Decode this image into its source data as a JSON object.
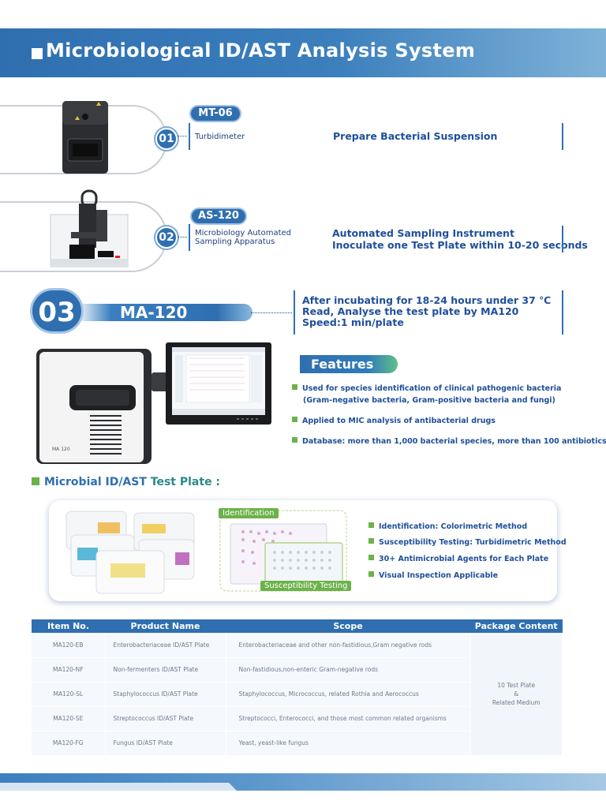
{
  "header": {
    "title": "Microbiological ID/AST Analysis System"
  },
  "steps": [
    {
      "num": "01",
      "model": "MT-06",
      "device_name": "Turbidimeter",
      "description": [
        "Prepare Bacterial Suspension"
      ]
    },
    {
      "num": "02",
      "model": "AS-120",
      "device_name": [
        "Microbiology Automated",
        "Sampling Apparatus"
      ],
      "description": [
        "Automated Sampling Instrument",
        "Inoculate one Test Plate within 10-20 seconds"
      ]
    },
    {
      "num": "03",
      "model": "MA-120",
      "description": [
        "After incubating for 18-24 hours under 37 ℃",
        "Read, Analyse the test plate by MA120",
        "Speed:1 min/plate"
      ]
    }
  ],
  "device_labels": {
    "ma120": "MA 120"
  },
  "features": {
    "title": "Features",
    "items": [
      [
        "Used for species identification of clinical pathogenic bacteria",
        "(Gram-negative bacteria, Gram-positive bacteria and fungi)"
      ],
      [
        "Applied to MIC analysis of antibacterial drugs"
      ],
      [
        "Database: more than 1,000 bacterial species, more than 100 antibiotics."
      ]
    ]
  },
  "test_plate": {
    "title_a": "Microbial ID/AST",
    "title_b": " Test Plate :",
    "tag_identification": "Identification",
    "tag_susceptibility": "Susceptibility Testing",
    "items": [
      "Identification: Colorimetric Method",
      "Susceptibility Testing: Turbidimetric Method",
      "30+ Antimicrobial Agents for Each Plate",
      "Visual Inspection Applicable"
    ]
  },
  "table": {
    "headers": [
      "Item No.",
      "Product Name",
      "Scope",
      "Package Content"
    ],
    "rows": [
      [
        "MA120-EB",
        "Enterobacteriaceae ID/AST Plate",
        "Enterobacteriaceae and other non-fastidious,Gram negative rods"
      ],
      [
        "MA120-NF",
        "Non-fermenters ID/AST Plate",
        "Non-fastidious,non-enteric Gram-negative rods"
      ],
      [
        "MA120-SL",
        "Staphylococcus ID/AST Plate",
        "Staphylococcus, Micrococcus, related Rothia and Aerococcus"
      ],
      [
        "MA120-SE",
        "Streptococcus ID/AST Plate",
        "Streptococci, Enterococci, and those most common related organisms"
      ],
      [
        "MA120-FG",
        "Fungus ID/AST Plate",
        "Yeast, yeast-like fungus"
      ]
    ],
    "package_content": [
      "10 Test Plate",
      "&",
      "Related Medium"
    ]
  },
  "colors": {
    "brand_blue": "#2f6fb0",
    "accent_green": "#6cb24a",
    "text_navy": "#1f4f9a"
  }
}
